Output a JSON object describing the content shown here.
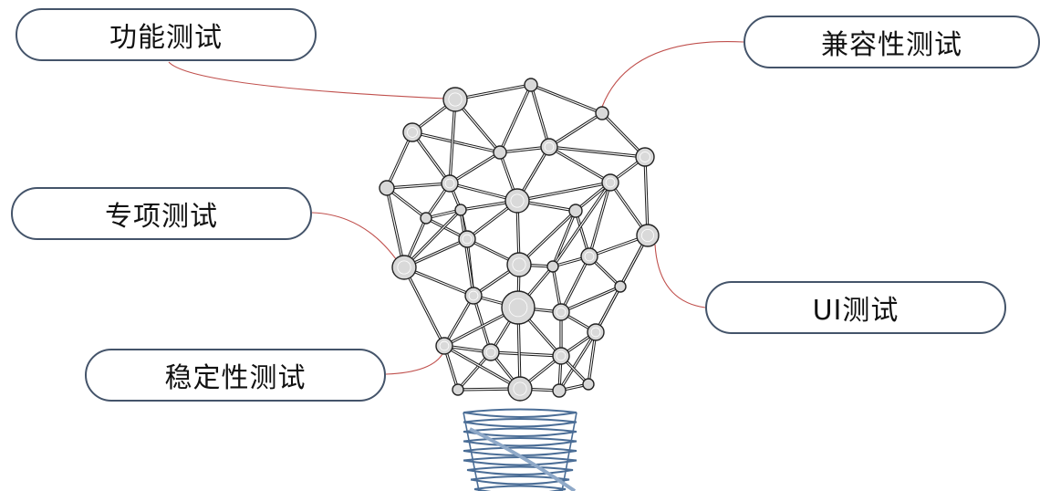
{
  "labels": {
    "functional": "功能测试",
    "compatibility": "兼容性测试",
    "special": "专项测试",
    "ui": "UI测试",
    "stability": "稳定性测试"
  },
  "colors": {
    "pill_border": "#44546a",
    "connector": "#c0504d",
    "mesh_line": "#1a1a1a",
    "node_fill": "#d9d9d9",
    "base_line": "#4a6d96"
  }
}
